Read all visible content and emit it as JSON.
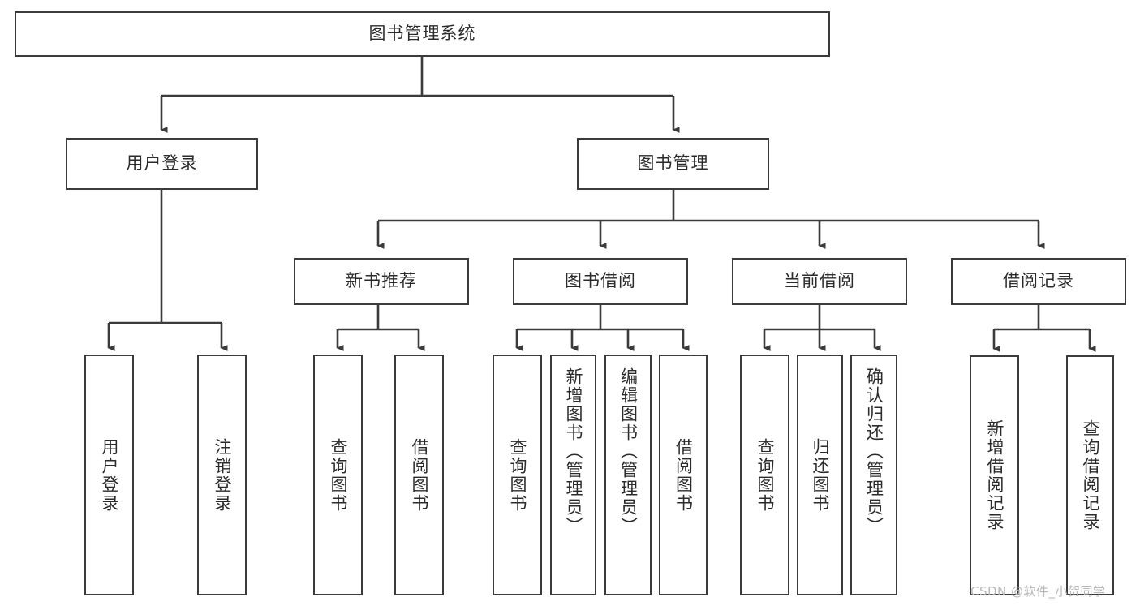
{
  "diagram": {
    "type": "tree",
    "title": "图书管理系统",
    "watermark": "CSDN @软件_小贺同学",
    "colors": {
      "stroke": "#3b3b3b",
      "fill": "#ffffff",
      "text": "#2b2b2b",
      "watermark": "#b8b8b8"
    },
    "root": {
      "label": "图书管理系统"
    },
    "level2": [
      {
        "label": "用户登录"
      },
      {
        "label": "图书管理"
      }
    ],
    "level3": [
      {
        "label": "新书推荐"
      },
      {
        "label": "图书借阅"
      },
      {
        "label": "当前借阅"
      },
      {
        "label": "借阅记录"
      }
    ],
    "leaves": {
      "user_login": [
        {
          "label": "用户登录"
        },
        {
          "label": "注销登录"
        }
      ],
      "new_book": [
        {
          "label": "查询图书"
        },
        {
          "label": "借阅图书"
        }
      ],
      "book_borrow": [
        {
          "label": "查询图书"
        },
        {
          "label": "新增图书（管理员）"
        },
        {
          "label": "编辑图书（管理员）"
        },
        {
          "label": "借阅图书"
        }
      ],
      "current_borrow": [
        {
          "label": "查询图书"
        },
        {
          "label": "归还图书"
        },
        {
          "label": "确认归还（管理员）"
        }
      ],
      "borrow_record": [
        {
          "label": "新增借阅记录"
        },
        {
          "label": "查询借阅记录"
        }
      ]
    }
  }
}
